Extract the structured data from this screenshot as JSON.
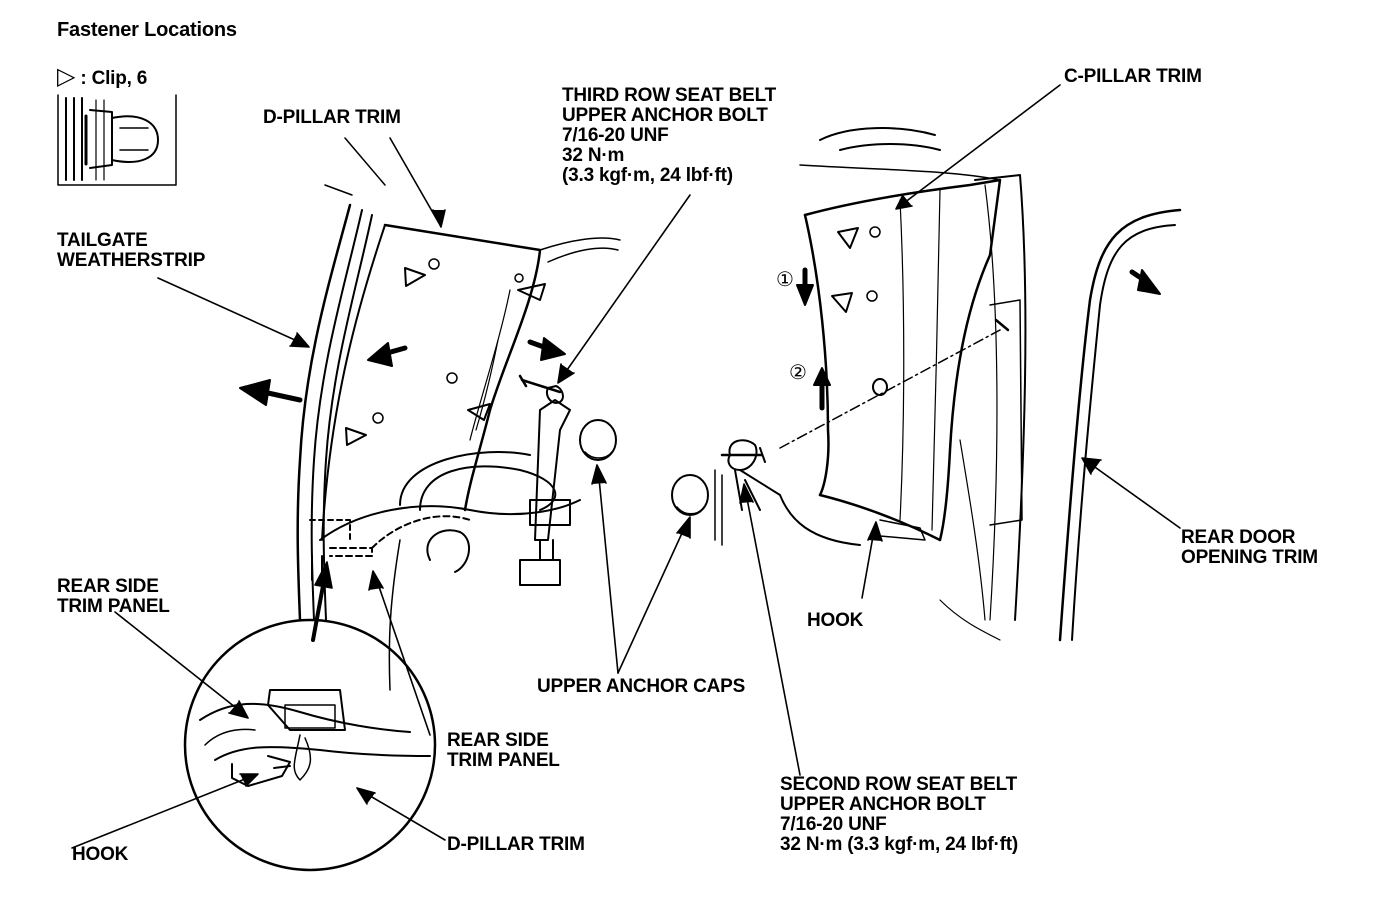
{
  "title": "Fastener Locations",
  "legend": {
    "symbol": "▷",
    "text": ": Clip, 6"
  },
  "labels": {
    "d_pillar_trim_top": "D-PILLAR TRIM",
    "third_row_bolt": [
      "THIRD ROW SEAT BELT",
      "UPPER ANCHOR BOLT",
      "7/16-20 UNF",
      "32 N·m",
      "(3.3 kgf·m, 24 lbf·ft)"
    ],
    "c_pillar_trim": "C-PILLAR TRIM",
    "tailgate_weatherstrip": [
      "TAILGATE",
      "WEATHERSTRIP"
    ],
    "rear_door_opening_trim": [
      "REAR DOOR",
      "OPENING TRIM"
    ],
    "rear_side_trim_panel_left": [
      "REAR SIDE",
      "TRIM PANEL"
    ],
    "hook_right": "HOOK",
    "upper_anchor_caps": "UPPER ANCHOR CAPS",
    "rear_side_trim_panel_center": [
      "REAR SIDE",
      "TRIM PANEL"
    ],
    "second_row_bolt": [
      "SECOND ROW SEAT BELT",
      "UPPER ANCHOR BOLT",
      "7/16-20 UNF",
      "32 N·m (3.3 kgf·m, 24 lbf·ft)"
    ],
    "hook_left": "HOOK",
    "d_pillar_trim_bottom": "D-PILLAR TRIM"
  },
  "step_markers": [
    "①",
    "②"
  ]
}
